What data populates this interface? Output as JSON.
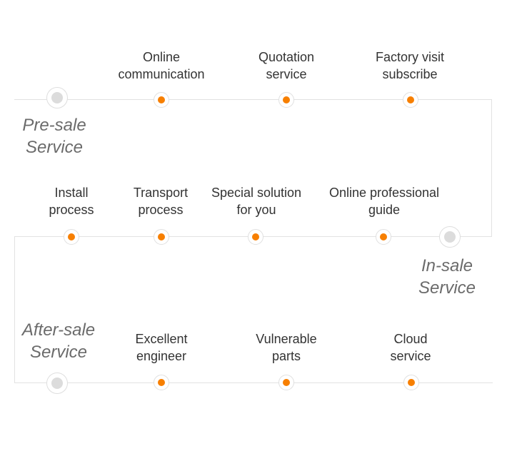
{
  "stages": {
    "pre_sale": "Pre-sale\nService",
    "in_sale": "In-sale\nService",
    "after_sale": "After-sale\nService"
  },
  "row1": [
    "Online\ncommunication",
    "Quotation\nservice",
    "Factory visit\nsubscribe"
  ],
  "row2": [
    "Install\nprocess",
    "Transport\nprocess",
    "Special solution\nfor you",
    "Online professional\nguide"
  ],
  "row3": [
    "Excellent\nengineer",
    "Vulnerable\nparts",
    "Cloud\nservice"
  ],
  "colors": {
    "accent": "#f77f00",
    "line": "#e2e2e2",
    "stage_text": "#6b6b6b"
  }
}
